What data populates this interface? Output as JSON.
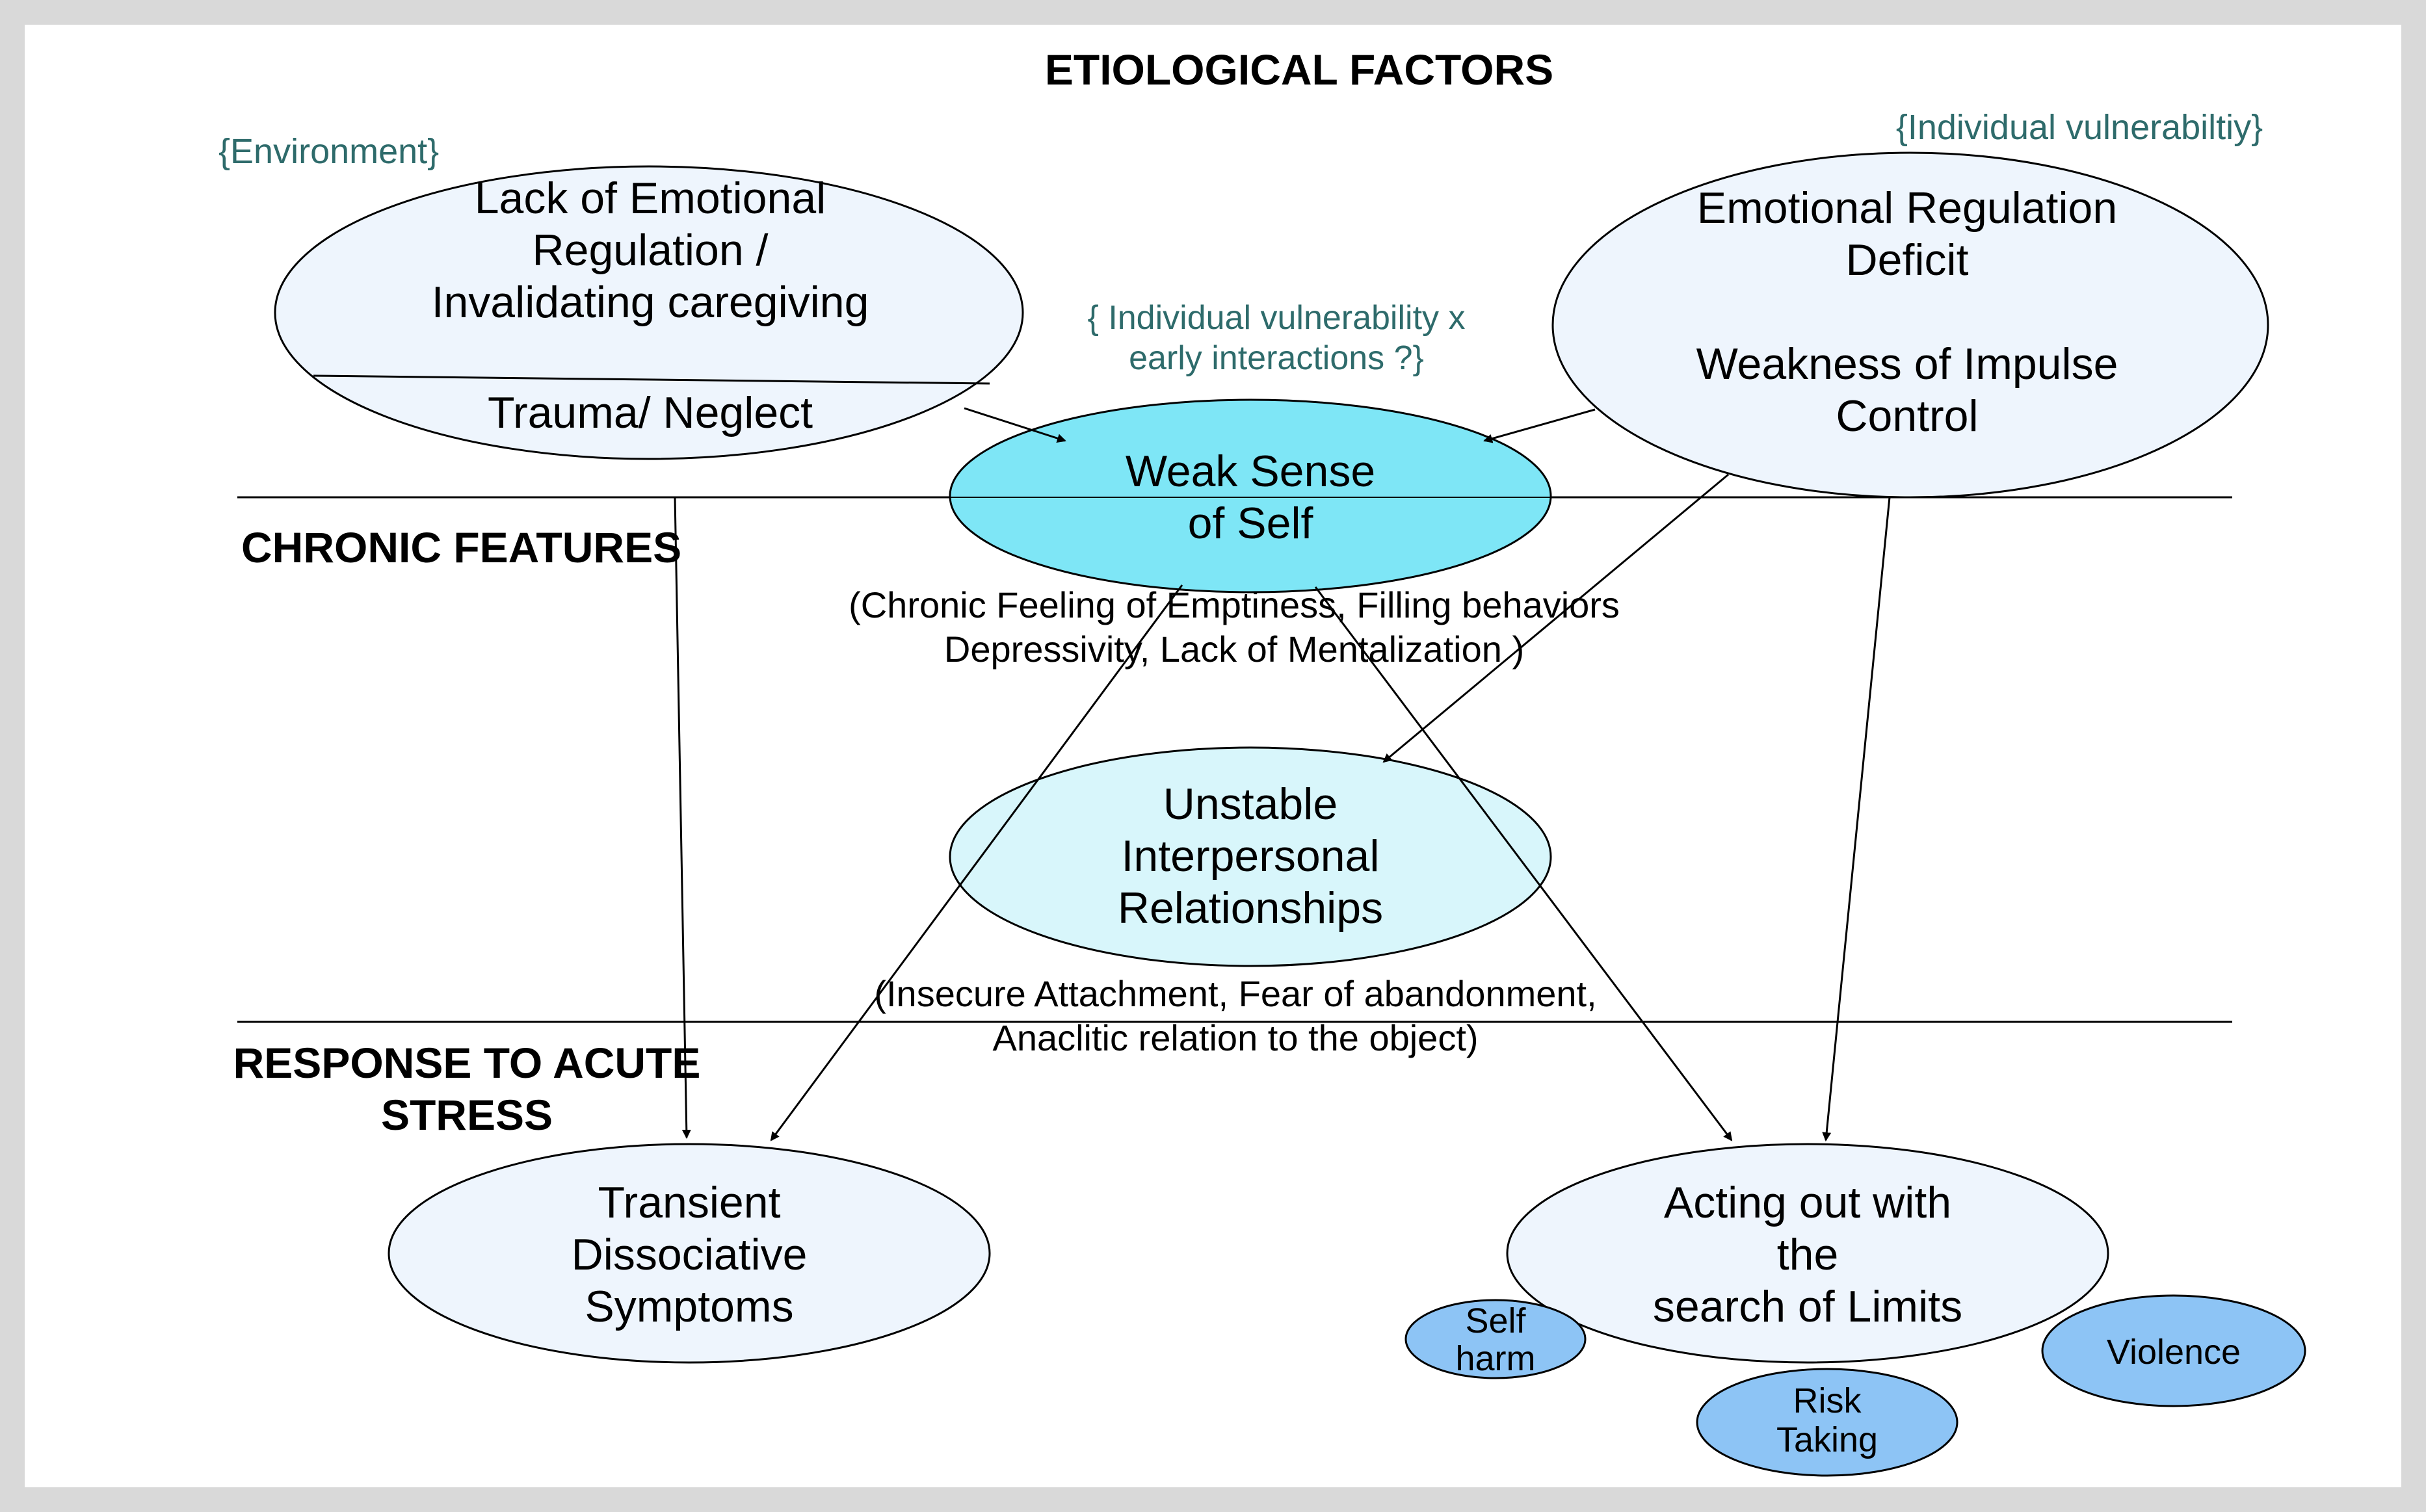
{
  "sections": {
    "etiological": "ETIOLOGICAL FACTORS",
    "chronic": "CHRONIC FEATURES",
    "response_line1": "RESPONSE TO ACUTE",
    "response_line2": "STRESS"
  },
  "notes": {
    "environment": "{Environment}",
    "individual": "{Individual vulnerabiltiy}",
    "interaction_line1": "{ Individual vulnerability x",
    "interaction_line2": "early interactions ?}"
  },
  "nodes": {
    "environment": {
      "line1": "Lack of Emotional",
      "line2": "Regulation /",
      "line3": "Invalidating caregiving",
      "line4": "Trauma/ Neglect"
    },
    "individual": {
      "line1": "Emotional Regulation",
      "line2": "Deficit",
      "line3": "Weakness of Impulse",
      "line4": "Control"
    },
    "self": {
      "line1": "Weak Sense",
      "line2": "of Self"
    },
    "self_desc": {
      "line1": "(Chronic Feeling of Emptiness, Filling behaviors",
      "line2": "Depressivity, Lack of Mentalization )"
    },
    "relationships": {
      "line1": "Unstable",
      "line2": "Interpersonal",
      "line3": "Relationships"
    },
    "relationships_desc": {
      "line1": "(Insecure Attachment, Fear of abandonment,",
      "line2": "Anaclitic relation to the object)"
    },
    "dissociative": {
      "line1": "Transient",
      "line2": "Dissociative",
      "line3": "Symptoms"
    },
    "acting_out": {
      "line1": "Acting out with",
      "line2": "the",
      "line3": "search of Limits"
    },
    "self_harm": {
      "line1": "Self",
      "line2": "harm"
    },
    "risk_taking": {
      "line1": "Risk",
      "line2": "Taking"
    },
    "violence": {
      "line1": "Violence"
    }
  },
  "colors": {
    "ellipse_fill": "#eef5fd",
    "self_fill": "#7ee6f6",
    "relationships_fill": "#d8f6fb",
    "outcome_fill": "#8dc4f5",
    "note_text": "#2e6b6b"
  }
}
